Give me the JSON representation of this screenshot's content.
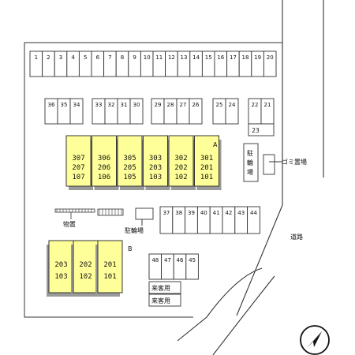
{
  "map": {
    "top_row_slots": [
      "1",
      "2",
      "3",
      "4",
      "5",
      "6",
      "7",
      "8",
      "9",
      "10",
      "11",
      "12",
      "13",
      "14",
      "15",
      "16",
      "17",
      "18",
      "19",
      "20"
    ],
    "mid_row_slots": [
      {
        "group": "a",
        "numbers": [
          "36",
          "35",
          "34"
        ]
      },
      {
        "group": "b",
        "numbers": [
          "33",
          "32",
          "31",
          "30"
        ]
      },
      {
        "group": "c",
        "numbers": [
          "29",
          "28",
          "27",
          "26"
        ]
      },
      {
        "group": "d",
        "numbers": [
          "25",
          "24"
        ]
      },
      {
        "group": "e",
        "numbers": [
          "22",
          "21"
        ]
      }
    ],
    "slot_23": "23",
    "building_a": {
      "label": "A",
      "units": [
        [
          "307",
          "207",
          "107"
        ],
        [
          "306",
          "206",
          "106"
        ],
        [
          "305",
          "205",
          "105"
        ],
        [
          "303",
          "203",
          "103"
        ],
        [
          "302",
          "202",
          "102"
        ],
        [
          "301",
          "201",
          "101"
        ]
      ]
    },
    "building_b": {
      "label": "B",
      "units": [
        [
          "203",
          "103"
        ],
        [
          "202",
          "102"
        ],
        [
          "201",
          "101"
        ]
      ]
    },
    "row_37_44": [
      "37",
      "38",
      "39",
      "40",
      "41",
      "42",
      "43",
      "44"
    ],
    "row_45_48": [
      "48",
      "47",
      "46",
      "45"
    ],
    "guest_parking": [
      "来客用",
      "来客用"
    ],
    "bike_parking_right": [
      "駐",
      "輪",
      "場"
    ],
    "garbage": "ゴミ置場",
    "storage": "物置",
    "bike_parking_bottom": "駐輪場",
    "road": "道路",
    "compass_icon": "north-arrow-icon"
  }
}
